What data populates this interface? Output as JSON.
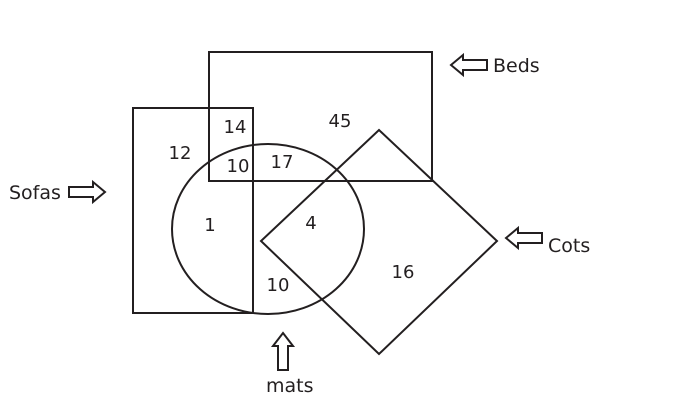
{
  "labels": {
    "beds": "Beds",
    "sofas": "Sofas",
    "cots": "Cots",
    "mats": "mats"
  },
  "regions": {
    "sofas_only": "12",
    "sofas_beds": "14",
    "sofas_beds_mats": "10",
    "beds_mats": "17",
    "beds_only": "45",
    "sofas_mats": "1",
    "mats_cots": "4",
    "mats_only": "10",
    "cots_only": "16"
  }
}
